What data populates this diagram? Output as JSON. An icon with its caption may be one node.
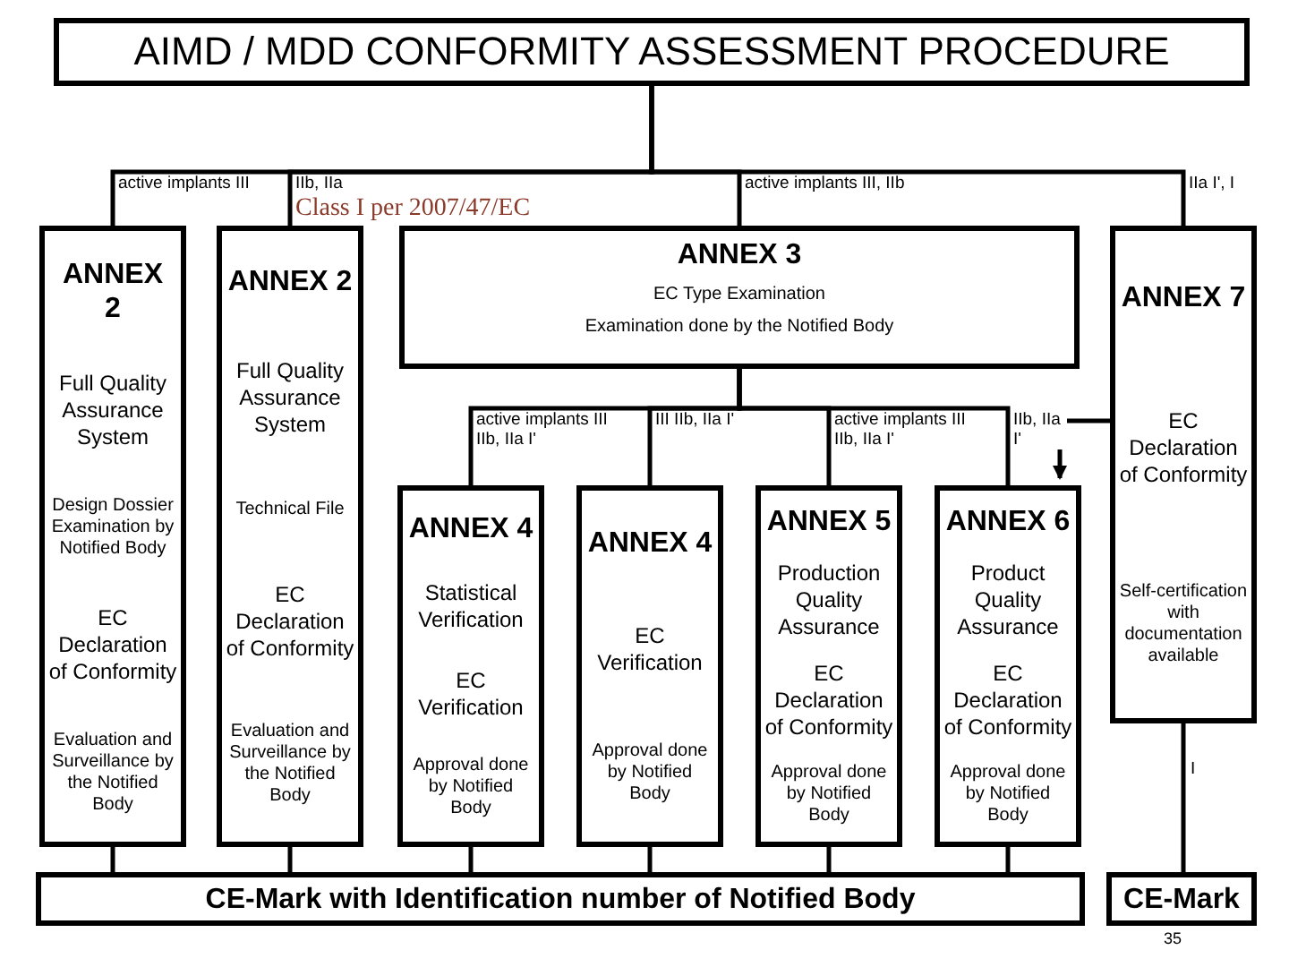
{
  "diagram": {
    "nodes": [
      {
        "text": [
          "AIMD / MDD CONFORMITY ASSESSMENT PROCEDURE"
        ]
      },
      {
        "text": [
          "ANNEX 2",
          "Full Quality Assurance System",
          "Design Dossier Examination by Notified Body",
          "EC Declaration of Conformity",
          "Evaluation and Surveillance by the Notified Body"
        ]
      },
      {
        "text": [
          "ANNEX 2",
          "Full Quality Assurance System",
          "Technical File",
          "EC Declaration of Conformity",
          "Evaluation and Surveillance by the Notified Body"
        ]
      },
      {
        "text": [
          "ANNEX 3",
          "EC Type Examination",
          "Examination done by the Notified Body"
        ]
      },
      {
        "text": [
          "ANNEX 7",
          "EC Declaration of Conformity",
          "Self-certification with documentation available"
        ]
      },
      {
        "text": [
          "ANNEX 4",
          "Statistical Verification",
          "EC Verification",
          "Approval done by Notified Body"
        ]
      },
      {
        "text": [
          "ANNEX 4",
          "EC Verification",
          "Approval done by Notified Body"
        ]
      },
      {
        "text": [
          "ANNEX 5",
          "Production Quality Assurance",
          "EC Declaration of Conformity",
          "Approval done by Notified Body"
        ]
      },
      {
        "text": [
          "ANNEX 6",
          "Product Quality Assurance",
          "EC Declaration of Conformity",
          "Approval done by Notified Body"
        ]
      },
      {
        "text": [
          "CE-Mark with Identification number of Notified Body"
        ]
      },
      {
        "text": [
          "CE-Mark"
        ],
        "beside": [
          "35"
        ]
      }
    ],
    "edges": [
      {
        "from": 0,
        "to": 1,
        "arrow": "none",
        "label": "active implants III"
      },
      {
        "from": 0,
        "to": 2,
        "arrow": "none",
        "label": "IIb, IIa"
      },
      {
        "from": 0,
        "to": 3,
        "arrow": "none",
        "label": "active implants III, IIb"
      },
      {
        "from": 0,
        "to": 4,
        "arrow": "none",
        "label": "IIa I', I"
      },
      {
        "from": 3,
        "to": 5,
        "arrow": "none",
        "label": "active implants III IIb, IIa I'"
      },
      {
        "from": 3,
        "to": 6,
        "arrow": "none",
        "label": "III IIb, IIa I'"
      },
      {
        "from": 3,
        "to": 7,
        "arrow": "none",
        "label": "active implants III IIb, IIa I'"
      },
      {
        "from": 3,
        "to": 8,
        "arrow": "none",
        "label": "IIb, IIa I'"
      },
      {
        "from": 4,
        "to": 8,
        "arrow": "to"
      },
      {
        "from": 1,
        "to": 9,
        "arrow": "none"
      },
      {
        "from": 2,
        "to": 9,
        "arrow": "none"
      },
      {
        "from": 5,
        "to": 9,
        "arrow": "none"
      },
      {
        "from": 6,
        "to": 9,
        "arrow": "none"
      },
      {
        "from": 7,
        "to": 9,
        "arrow": "none"
      },
      {
        "from": 8,
        "to": 9,
        "arrow": "none"
      },
      {
        "from": 4,
        "to": 10,
        "arrow": "none",
        "label": "I"
      }
    ],
    "labels": [
      "Class I per 2007/47/EC"
    ]
  }
}
